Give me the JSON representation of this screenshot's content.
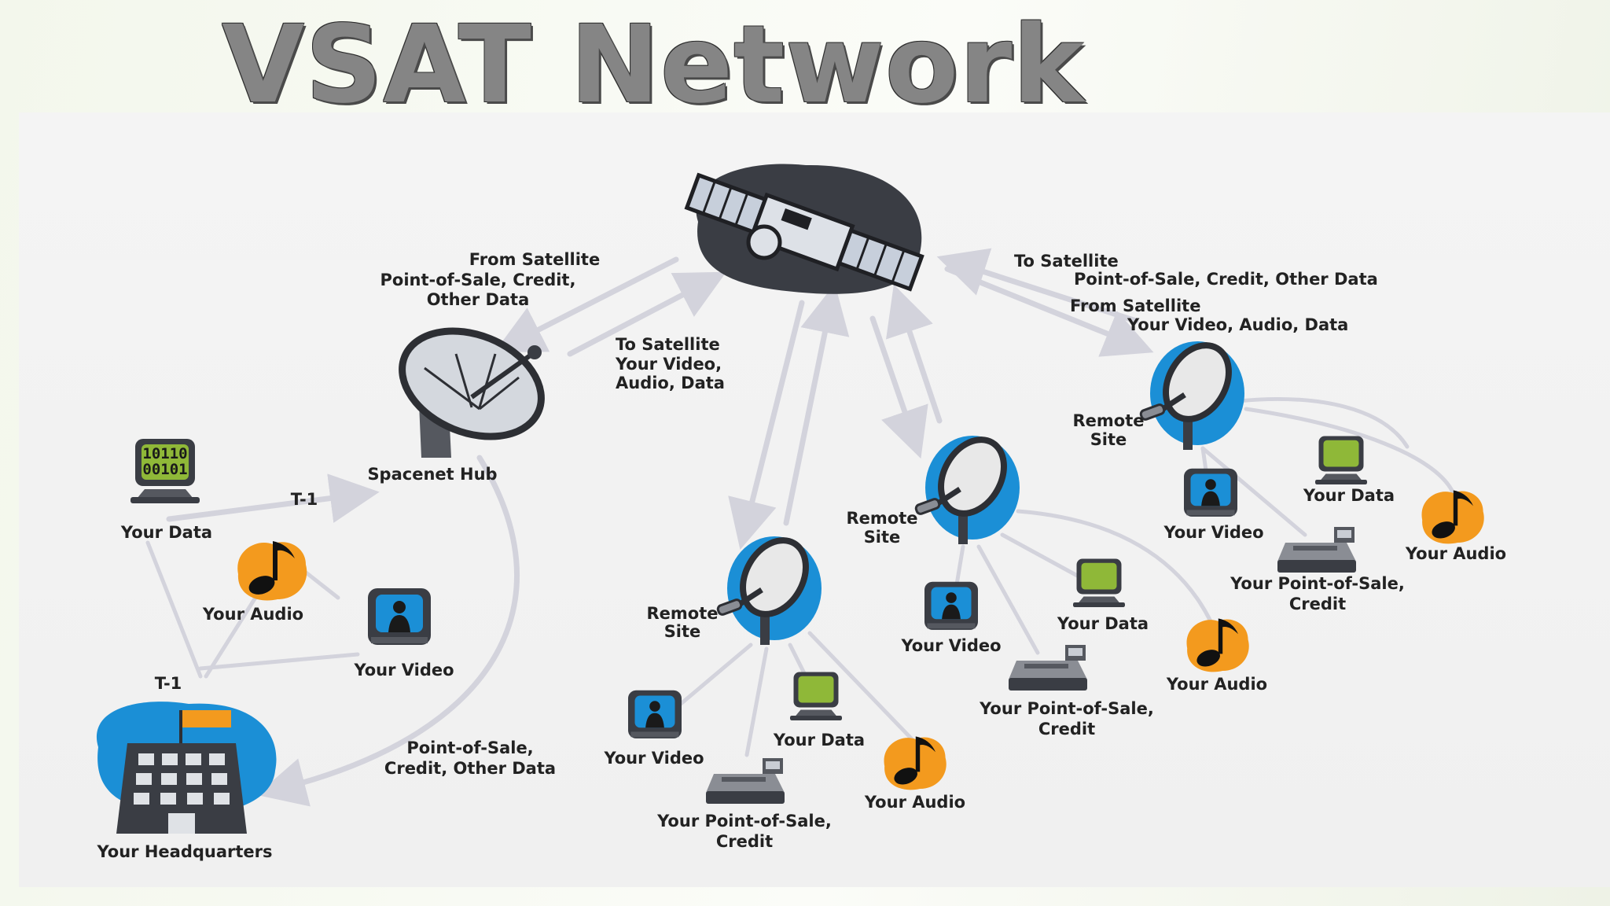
{
  "title": "VSAT Network",
  "labels": {
    "hub": "Spacenet Hub",
    "hub_down_1": "From Satellite",
    "hub_down_2": "Point-of-Sale, Credit,",
    "hub_down_3": "Other Data",
    "hub_up_1": "To Satellite",
    "hub_up_2": "Your Video,",
    "hub_up_3": "Audio, Data",
    "right_up_1": "To Satellite",
    "right_up_2": "Point-of-Sale, Credit, Other Data",
    "right_down_1": "From Satellite",
    "right_down_2": "Your Video, Audio, Data",
    "hq_link_1": "Point-of-Sale,",
    "hq_link_2": "Credit, Other Data",
    "t1_top": "T-1",
    "t1_bottom": "T-1",
    "hq": "Your Headquarters",
    "remote_1": "Remote",
    "remote_2": "Site",
    "your_data": "Your Data",
    "your_audio": "Your Audio",
    "your_video": "Your Video",
    "pos_1": "Your Point-of-Sale,",
    "pos_2": "Credit",
    "binary_1": "10110",
    "binary_2": "00101"
  },
  "colors": {
    "accent_blue": "#1b8fd6",
    "accent_orange": "#f39a1e",
    "dark": "#3a3d44",
    "arrow": "#d3d3dc"
  },
  "icons": [
    "satellite-icon",
    "dish-icon",
    "computer-icon",
    "music-note-icon",
    "tv-icon",
    "pos-register-icon",
    "building-icon"
  ]
}
